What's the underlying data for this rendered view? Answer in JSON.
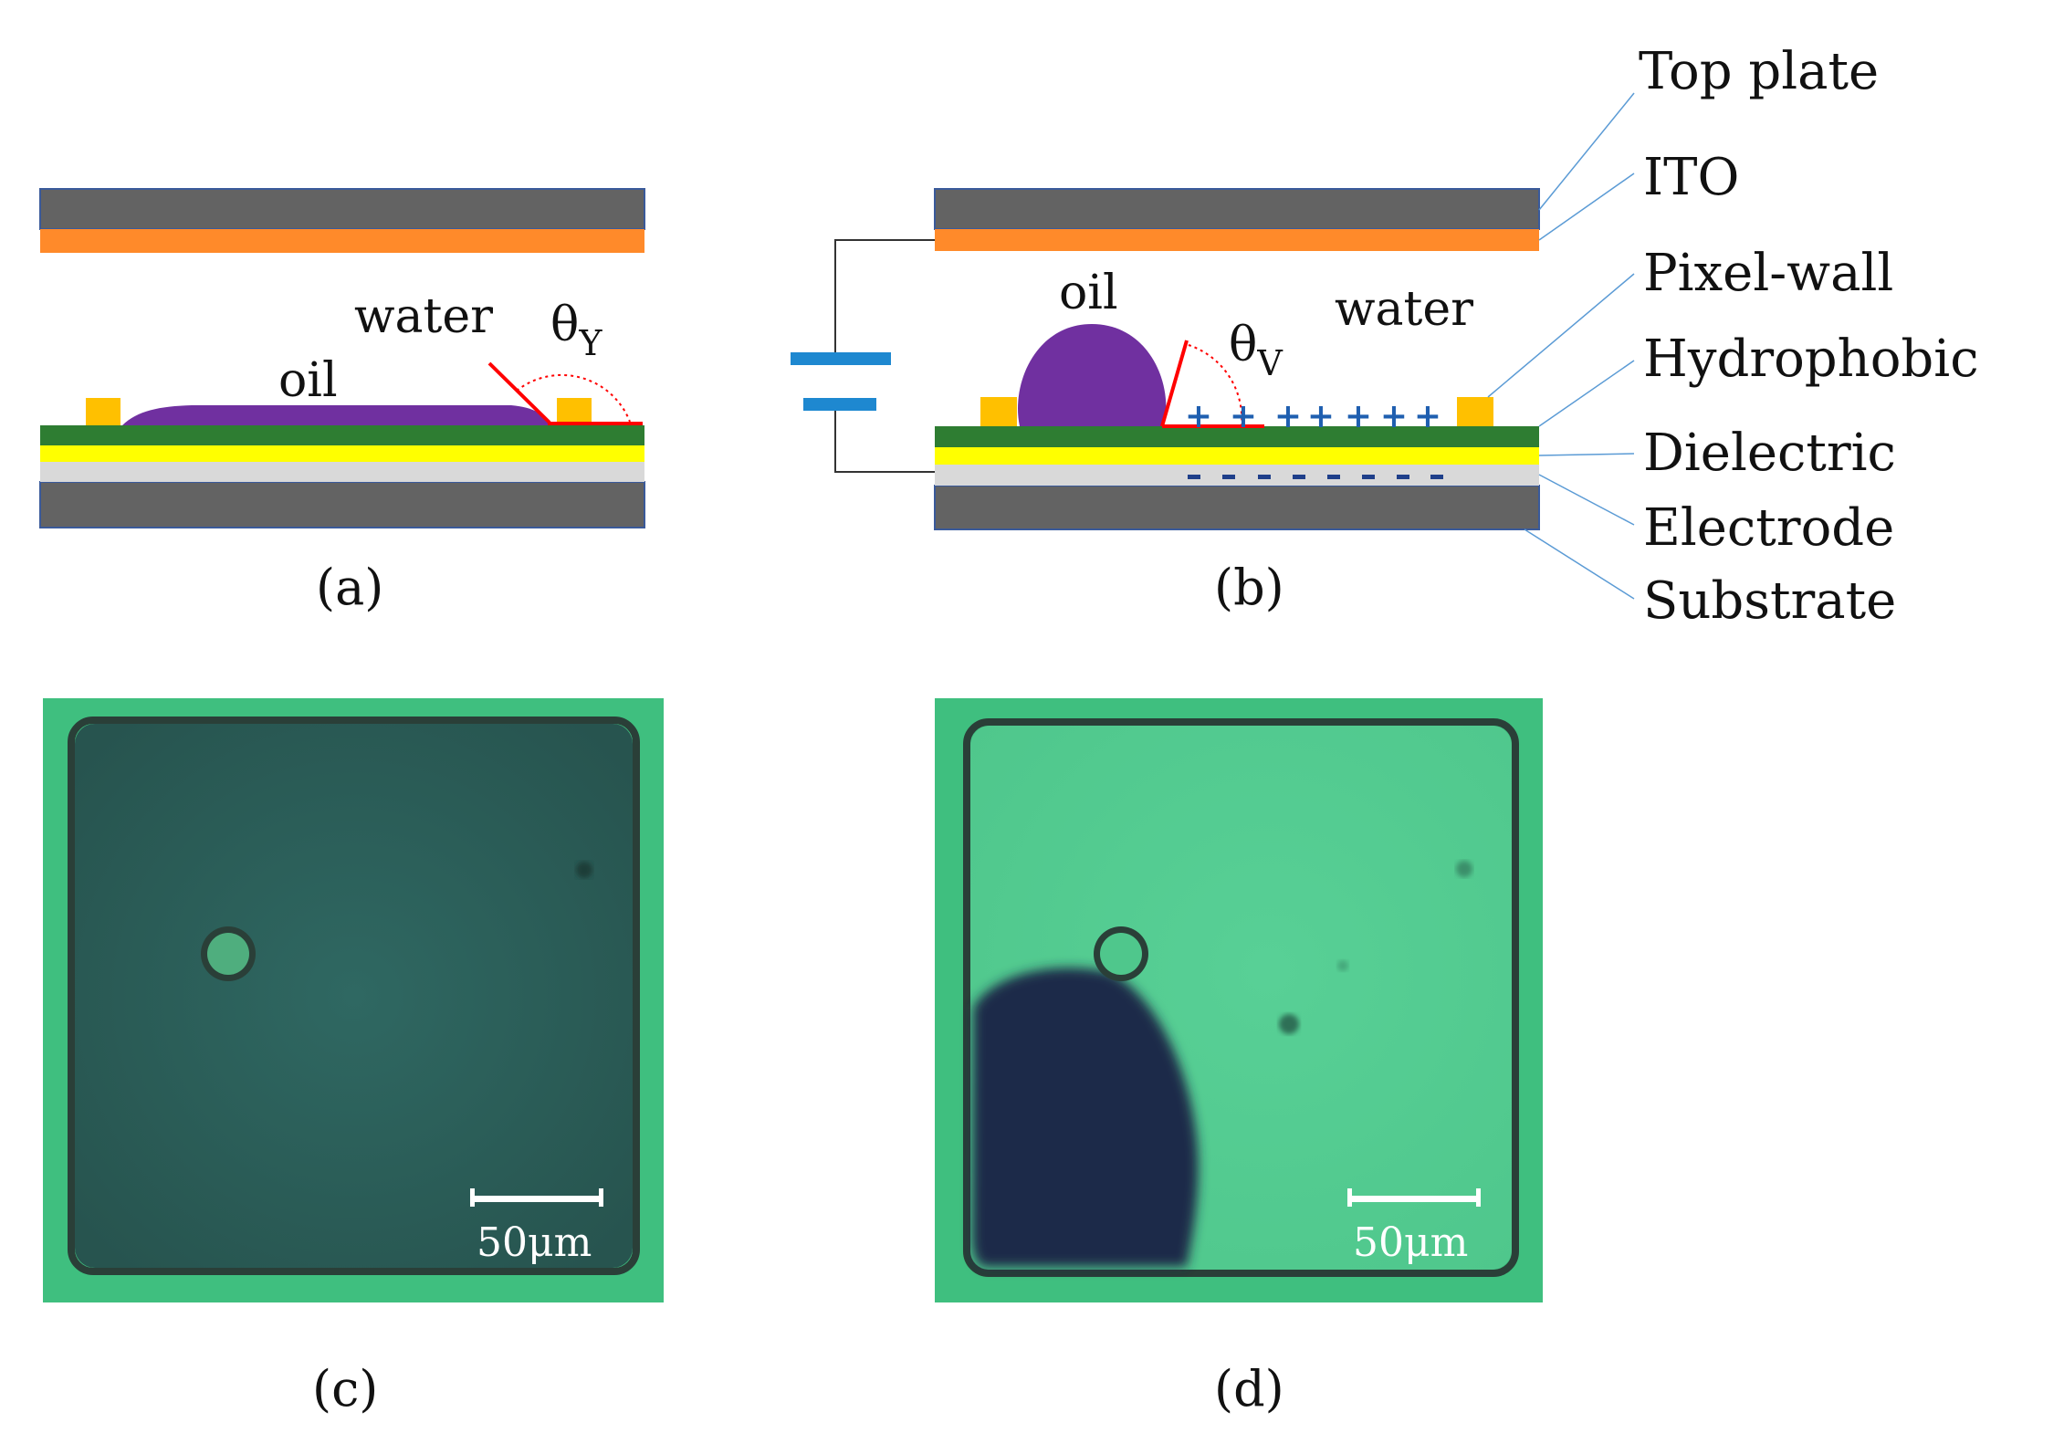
{
  "panels": {
    "a": {
      "caption": "(a)",
      "oil_label": "oil",
      "water_label": "water",
      "angle_symbol": "θ",
      "angle_subscript": "Y"
    },
    "b": {
      "caption": "(b)",
      "oil_label": "oil",
      "water_label": "water",
      "angle_symbol": "θ",
      "angle_subscript": "V"
    },
    "c": {
      "caption": "(c)",
      "scale_label": "50μm"
    },
    "d": {
      "caption": "(d)",
      "scale_label": "50μm"
    }
  },
  "layers": [
    {
      "name": "Top plate",
      "color": "#636363"
    },
    {
      "name": "ITO",
      "color": "#ff8a2a"
    },
    {
      "name": "Pixel-wall",
      "color": "#ffc000"
    },
    {
      "name": "Hydrophobic",
      "color": "#2e7d32"
    },
    {
      "name": "Dielectric",
      "color": "#ffff00"
    },
    {
      "name": "Electrode",
      "color": "#d9d9d9"
    },
    {
      "name": "Substrate",
      "color": "#636363"
    }
  ],
  "colors": {
    "oil": "#7030a0",
    "contact_line": "#ff0000",
    "charge": "#1f5fb0",
    "battery": "#1e88d0",
    "leader": "#5b9bd5",
    "pixel_green": "#3fbf7f",
    "pixel_dark": "#2c5c58",
    "oil_dark": "#1f2a4a"
  },
  "charges": {
    "plus": "+",
    "minus": "-"
  }
}
